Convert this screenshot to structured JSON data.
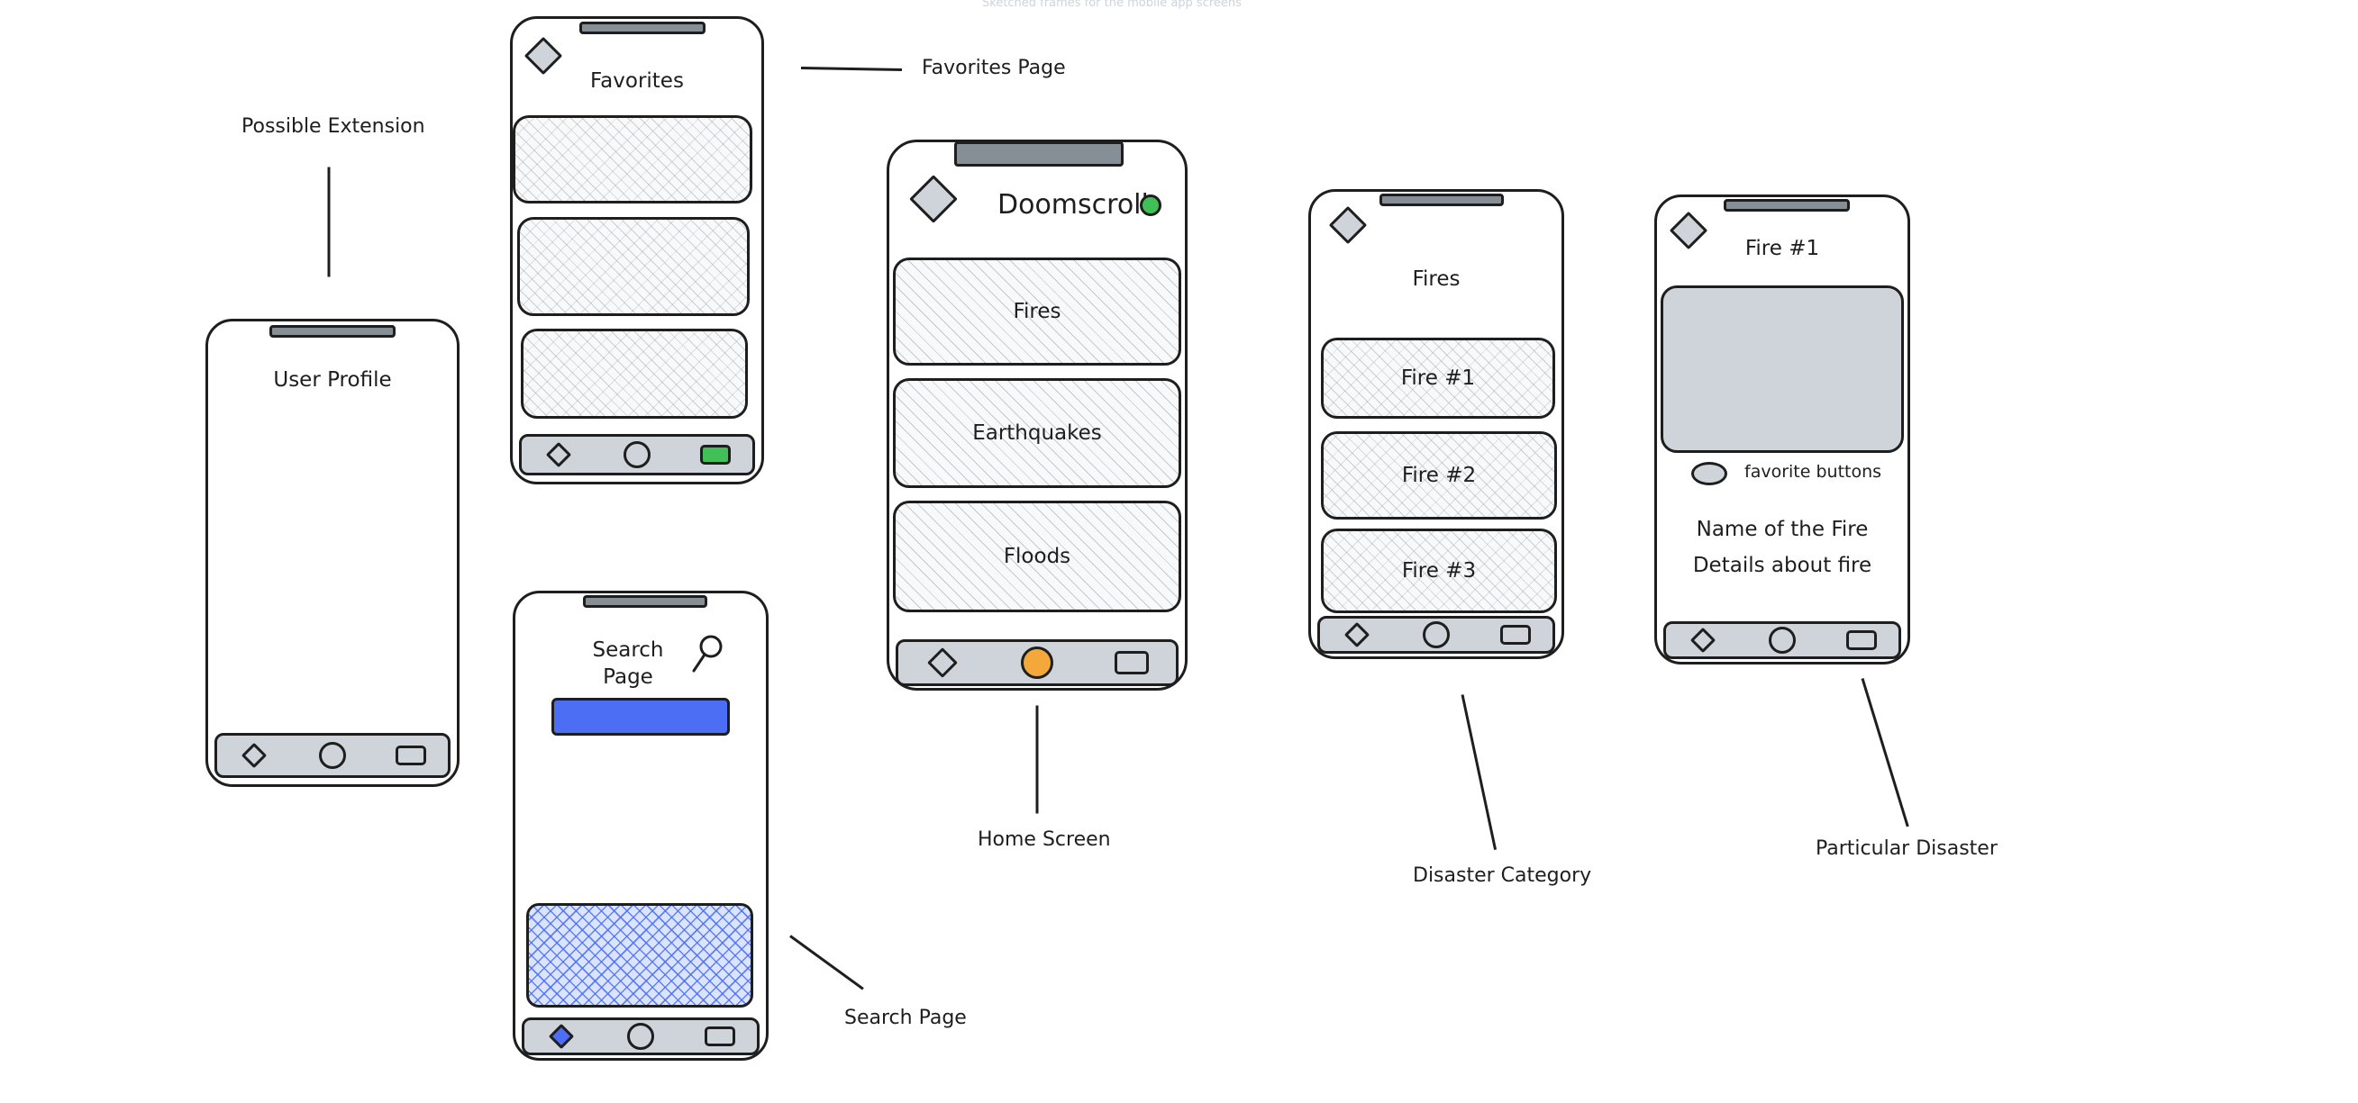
{
  "top_caption": "Sketched frames for the mobile app screens",
  "colors": {
    "stroke": "#1e1e1e",
    "notch": "#868e96",
    "navbar": "#ced4da",
    "fill_grey": "#ced4da",
    "accent_green": "#40c057",
    "accent_orange": "#f5a83a",
    "accent_blue": "#4c6ef5"
  },
  "annotations": {
    "possible_extension": "Possible Extension",
    "favorites_page": "Favorites Page",
    "search_page": "Search Page",
    "home_screen": "Home Screen",
    "disaster_category": "Disaster Category",
    "particular_disaster": "Particular Disaster"
  },
  "screens": {
    "user_profile": {
      "title": "User Profile"
    },
    "favorites": {
      "title": "Favorites"
    },
    "search": {
      "title_line1": "Search",
      "title_line2": "Page"
    },
    "home": {
      "title": "Doomscroll",
      "cards": [
        "Fires",
        "Earthquakes",
        "Floods"
      ]
    },
    "category": {
      "title": "Fires",
      "cards": [
        "Fire #1",
        "Fire #2",
        "Fire #3"
      ]
    },
    "detail": {
      "title": "Fire #1",
      "favorite_label": "favorite buttons",
      "name_text": "Name of the Fire",
      "details_text": "Details about fire"
    }
  },
  "icons": {
    "back": "diamond-icon",
    "nav_home": "diamond-icon",
    "nav_center": "circle-icon",
    "nav_right": "square-icon",
    "search": "magnifier-icon",
    "profile": "profile-dot-icon"
  }
}
